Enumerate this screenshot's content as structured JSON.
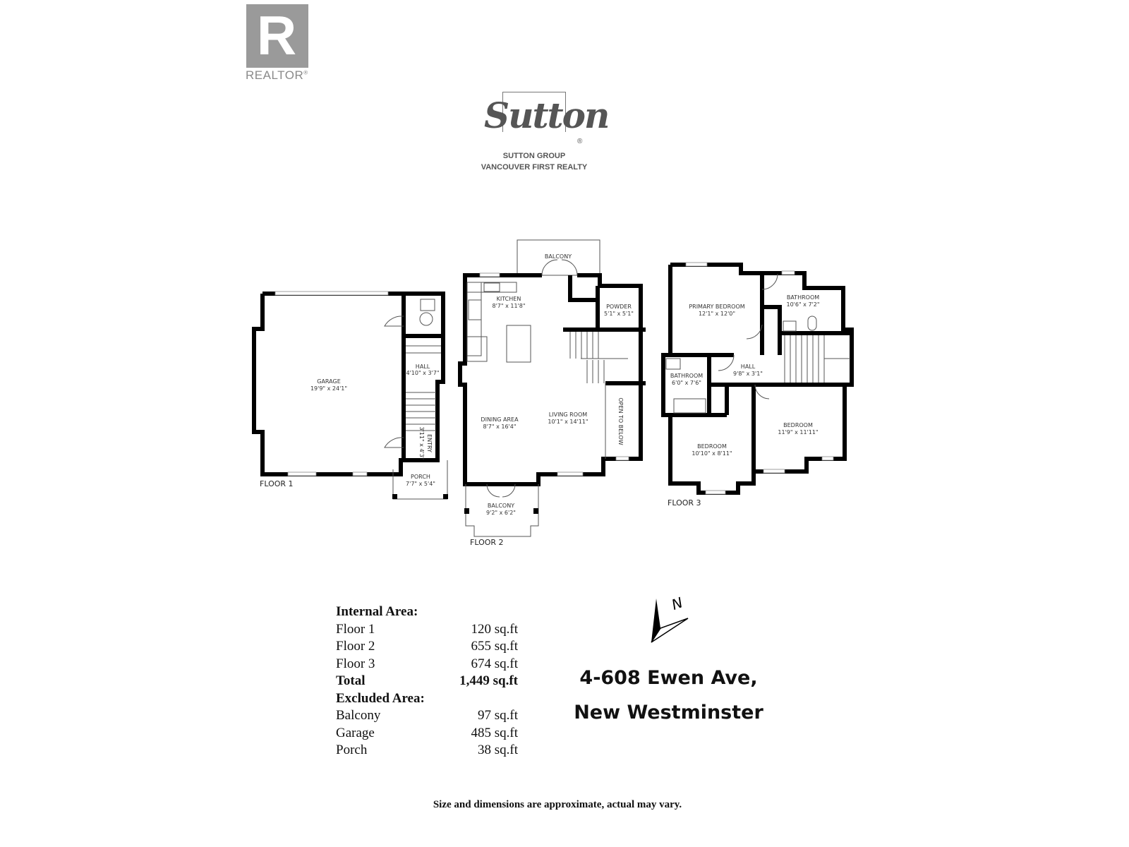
{
  "realtor": {
    "letter": "R",
    "text": "REALTOR",
    "reg": "®"
  },
  "sutton": {
    "word": "Sutton",
    "reg": "®",
    "line1": "SUTTON GROUP",
    "line2": "VANCOUVER FIRST REALTY"
  },
  "floor1": {
    "label": "FLOOR 1",
    "rooms": [
      {
        "name": "GARAGE",
        "dims": "19'9\" x 24'1\""
      },
      {
        "name": "HALL",
        "dims": "4'10\" x 3'7\""
      },
      {
        "name": "ENTRY",
        "dims": "3'11\" x 4'3\""
      },
      {
        "name": "PORCH",
        "dims": "7'7\" x 5'4\""
      }
    ]
  },
  "floor2": {
    "label": "FLOOR 2",
    "rooms": [
      {
        "name": "BALCONY",
        "dims": ""
      },
      {
        "name": "KITCHEN",
        "dims": "8'7\" x 11'8\""
      },
      {
        "name": "POWDER",
        "dims": "5'1\" x 5'1\""
      },
      {
        "name": "DINING AREA",
        "dims": "8'7\" x 16'4\""
      },
      {
        "name": "LIVING ROOM",
        "dims": "10'1\" x 14'11\""
      },
      {
        "name": "OPEN TO BELOW",
        "dims": ""
      },
      {
        "name": "BALCONY",
        "dims": "9'2\" x 6'2\""
      }
    ]
  },
  "floor3": {
    "label": "FLOOR 3",
    "rooms": [
      {
        "name": "PRIMARY BEDROOM",
        "dims": "12'1\" x 12'0\""
      },
      {
        "name": "BATHROOM",
        "dims": "10'6\" x 7'2\""
      },
      {
        "name": "BATHROOM",
        "dims": "6'0\" x 7'6\""
      },
      {
        "name": "HALL",
        "dims": "9'8\" x 3'1\""
      },
      {
        "name": "BEDROOM",
        "dims": "10'10\" x 8'11\""
      },
      {
        "name": "BEDROOM",
        "dims": "11'9\" x 11'11\""
      }
    ]
  },
  "areas": {
    "internal_title": "Internal Area:",
    "internal": [
      {
        "label": "Floor 1",
        "value": "120 sq.ft"
      },
      {
        "label": "Floor 2",
        "value": "655 sq.ft"
      },
      {
        "label": "Floor 3",
        "value": "674 sq.ft"
      }
    ],
    "total": {
      "label": "Total",
      "value": "1,449 sq.ft"
    },
    "excluded_title": "Excluded Area:",
    "excluded": [
      {
        "label": "Balcony",
        "value": "97 sq.ft"
      },
      {
        "label": "Garage",
        "value": "485 sq.ft"
      },
      {
        "label": "Porch",
        "value": "38 sq.ft"
      }
    ]
  },
  "compass": {
    "letter": "N"
  },
  "address": {
    "line1": "4-608 Ewen Ave,",
    "line2": "New Westminster"
  },
  "disclaimer": "Size and dimensions are approximate, actual may vary."
}
